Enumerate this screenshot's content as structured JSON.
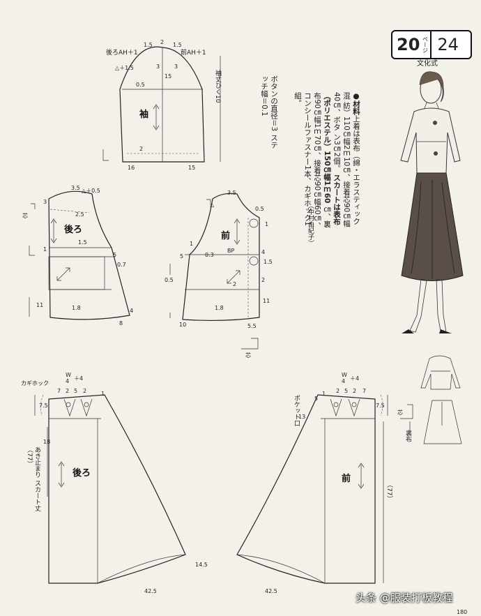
{
  "badge": {
    "page_no": "20",
    "unit": "ページ",
    "size_no": "24"
  },
  "method": "文化式",
  "materials": {
    "heading": "●材料",
    "lines": [
      "上着は表布（綿・エラスティック混",
      "紡）110㎝幅2ｍ10㎝、接着芯90㎝幅40㎝、ボタ",
      "ン3㎝2個。",
      "スカートは表布（ポリエステル）150㎝幅1ｍ60",
      "㎝、裏布90㎝幅1ｍ70㎝、接着芯90㎝幅60㎝、",
      "コンシールファスナー1本、カギホック1組。"
    ],
    "credit": "（中村由紀子）"
  },
  "button_note": [
    "ボタンの直径＝3",
    "ステッチ幅＝0.1"
  ],
  "sleeve": {
    "title": "袖",
    "labels": {
      "back_ah": "後ろAH＋1",
      "front_ah": "前AH＋1",
      "tri": "△＋1.5",
      "cap1": "1.5",
      "cap2": "2",
      "cap3": "1.5",
      "a1": "3",
      "a2": "3",
      "n05": "0.5",
      "n15": "15",
      "sleeve_len": "袖丈ひく10",
      "hem_left": "16",
      "hem_right": "15",
      "hem_n": "2"
    }
  },
  "back_bodice": {
    "title": "後ろ",
    "labels": {
      "l35": "3.5",
      "tri05": "△＋0.5",
      "l3": "3",
      "l25": "2.5",
      "shin": "芯",
      "l1": "1",
      "l15": "1.5",
      "l5": "5",
      "l07": "0.7",
      "l11": "11",
      "l18": "1.8",
      "l4": "4",
      "l8": "8"
    }
  },
  "front_bodice": {
    "title": "前",
    "labels": {
      "l35": "3.5",
      "tri": "△",
      "l05a": "0.5",
      "l1a": "1",
      "l1b": "1",
      "bp": "BP",
      "l03": "0.3",
      "l5": "5",
      "l4": "4",
      "l05b": "0.5",
      "l15a": "1.5",
      "l2": "2",
      "l2b": "2",
      "l11": "11",
      "l18": "1.8",
      "l10": "10",
      "l55": "5.5",
      "shin": "芯"
    }
  },
  "back_skirt": {
    "title": "後ろ",
    "labels": {
      "hook": "カギホック",
      "w": "W",
      "four": "4",
      "plus4": "＋4",
      "d7": "7",
      "d2": "2",
      "d5": "5",
      "d2b": "2",
      "d1": "1",
      "l75": "7.5",
      "l18": "18",
      "opening": "あき止まり",
      "skirt_len": "スカート丈（77）",
      "l145": "14.5",
      "l425": "42.5"
    }
  },
  "front_skirt": {
    "title": "前",
    "labels": {
      "w": "W",
      "four": "4",
      "plus4": "＋4",
      "d1": "1",
      "d2": "2",
      "d5": "5",
      "d2b": "2",
      "d7": "7",
      "l5": "5",
      "l75": "7.5",
      "l13": "13",
      "pocket": "ポケット口",
      "l77": "（77）",
      "l425": "42.5"
    }
  },
  "inset": {
    "shin": "芯",
    "lining": "裏布"
  },
  "page_number": "180",
  "watermark": "头条 @服装打板教程"
}
